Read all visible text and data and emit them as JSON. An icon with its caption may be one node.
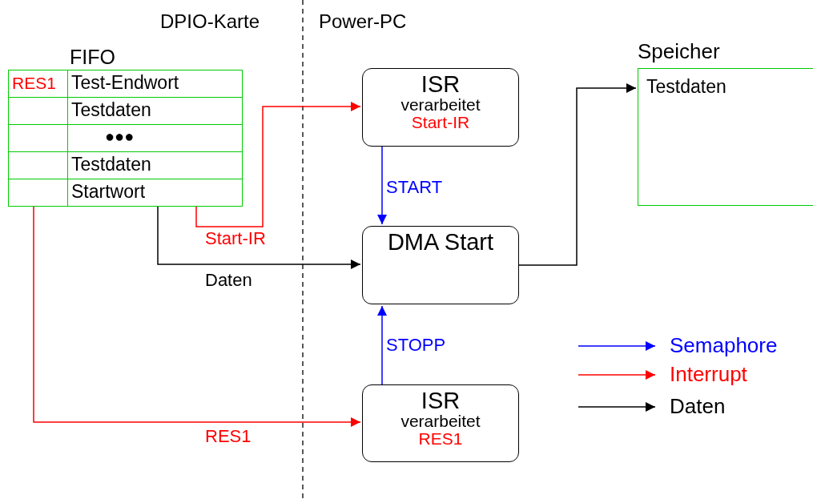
{
  "diagram": {
    "nodes": [
      {
        "text": [
          "FIFO"
        ]
      },
      {
        "text": [
          "RES1",
          "Test-Endwort"
        ],
        "in": 0
      },
      {
        "text": [
          "Testdaten"
        ],
        "in": 0
      },
      {
        "text": [
          "●●●"
        ],
        "in": 0
      },
      {
        "text": [
          "Testdaten"
        ],
        "in": 0
      },
      {
        "text": [
          "Startwort"
        ],
        "in": 0
      },
      {
        "text": [
          "ISR",
          "verarbeitet",
          "Start-IR"
        ]
      },
      {
        "text": [
          "DMA Start"
        ]
      },
      {
        "text": [
          "ISR",
          "verarbeitet",
          "RES1"
        ]
      },
      {
        "text": [
          "Speicher",
          "Testdaten"
        ]
      }
    ],
    "edges": [
      {
        "from": 5,
        "to": 6,
        "arrow": "to",
        "label": "Start-IR",
        "color": "#ff0000"
      },
      {
        "from": 5,
        "to": 7,
        "arrow": "to",
        "label": "Daten",
        "color": "#000000"
      },
      {
        "from": 5,
        "to": 8,
        "arrow": "to",
        "label": "RES1",
        "color": "#ff0000"
      },
      {
        "from": 6,
        "to": 7,
        "arrow": "to",
        "label": "START",
        "color": "#0000ff"
      },
      {
        "from": 8,
        "to": 7,
        "arrow": "to",
        "label": "STOPP",
        "color": "#0000ff"
      },
      {
        "from": 7,
        "to": 9,
        "arrow": "to",
        "color": "#000000"
      }
    ],
    "labels": [
      "DPIO-Karte",
      "Power-PC"
    ],
    "legend": [
      {
        "text": "Semaphore",
        "color": "#0000ff"
      },
      {
        "text": "Interrupt",
        "color": "#ff0000"
      },
      {
        "text": "Daten",
        "color": "#000000"
      }
    ]
  }
}
